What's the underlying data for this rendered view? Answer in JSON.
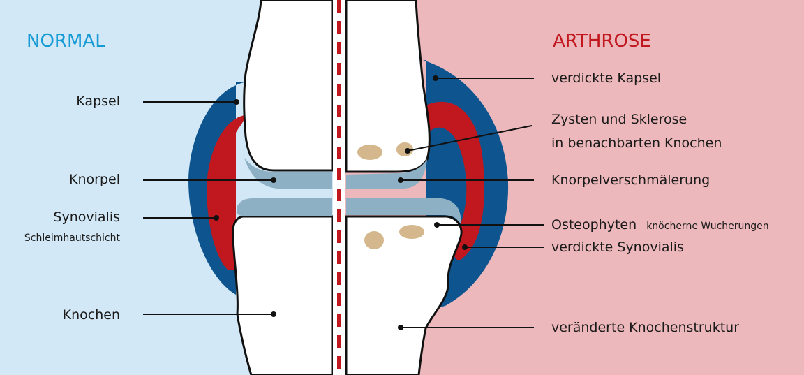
{
  "colors": {
    "normal_bg": "#d3e8f6",
    "arthrose_bg": "#ecb8bb",
    "capsule": "#0e558f",
    "synovialis": "#c0181e",
    "cartilage": "#8eb0c4",
    "cyst": "#d4b78c",
    "bone": "#ffffff",
    "outline": "#111111",
    "divider": "#c0181e",
    "normal_title": "#169bd5",
    "arthrose_title": "#c0181e"
  },
  "titles": {
    "normal": "NORMAL",
    "arthrose": "ARTHROSE"
  },
  "left_labels": {
    "kapsel": "Kapsel",
    "knorpel": "Knorpel",
    "synovialis": "Synovialis",
    "synovialis_sub": "Schleimhautschicht",
    "knochen": "Knochen"
  },
  "right_labels": {
    "capsule": "verdickte Kapsel",
    "cysts_line1": "Zysten und Sklerose",
    "cysts_line2": "in benachbarten Knochen",
    "cartilage": "Knorpelverschmälerung",
    "osteophytes": "Osteophyten",
    "osteophytes_sub": "knöcherne Wucherungen",
    "synovialis": "verdickte Synovialis",
    "bone": "veränderte Knochenstruktur"
  }
}
